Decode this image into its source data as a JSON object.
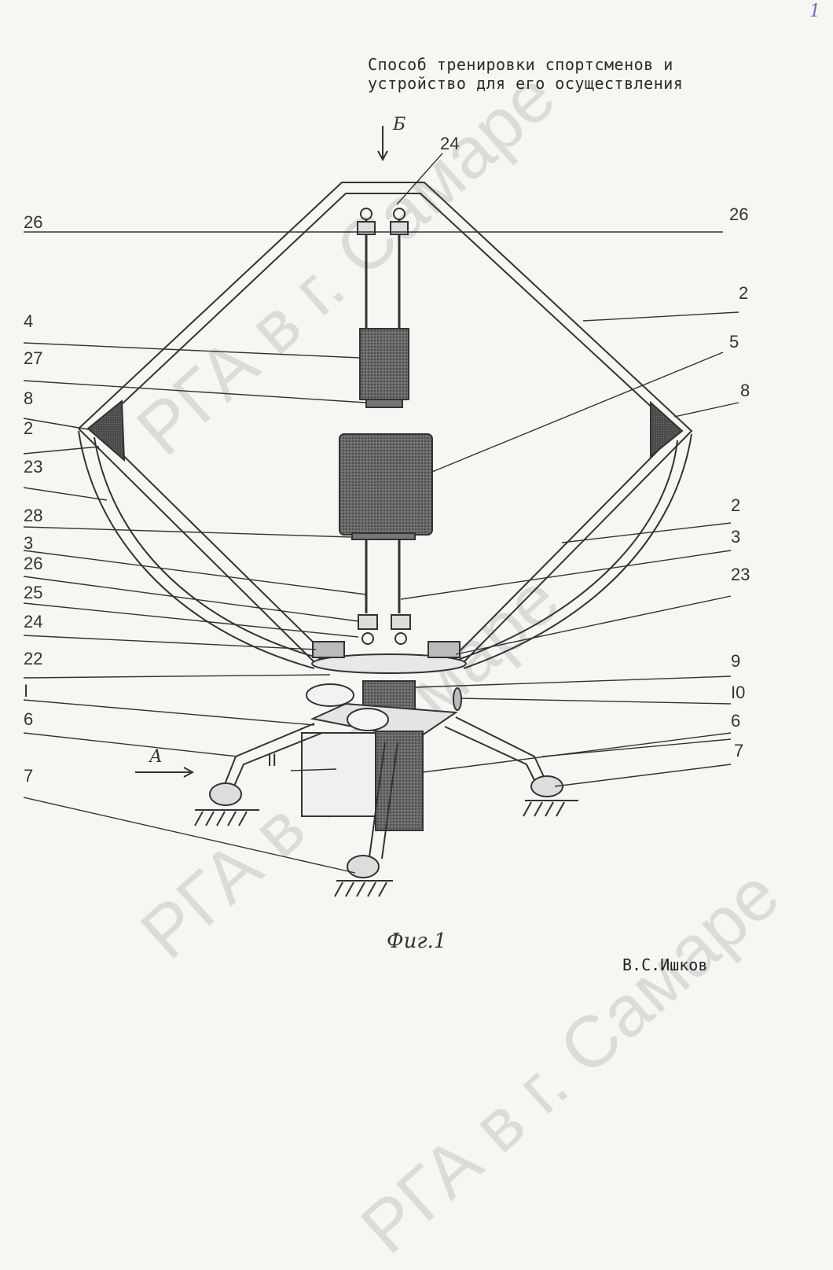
{
  "document": {
    "title_line1": "Способ тренировки спортсменов и",
    "title_line2": "устройство для его осуществления",
    "corner_mark": "1",
    "figure_caption": "Фиг.1",
    "author": "В.С.Ишков"
  },
  "view_arrows": {
    "top": "Б",
    "left": "А"
  },
  "labels_left": [
    "26",
    "4",
    "27",
    "8",
    "2",
    "23",
    "28",
    "3",
    "26",
    "25",
    "24",
    "22",
    "I",
    "6",
    "7"
  ],
  "labels_right": [
    "24",
    "26",
    "2",
    "5",
    "8",
    "2",
    "3",
    "23",
    "9",
    "I0",
    "6",
    "7"
  ],
  "labels_inside": [
    "II"
  ],
  "watermark": {
    "text_1": "РГА в г. Самаре",
    "text_2": "РГА в г. Самаре",
    "text_3": "РГА в г. Самаре"
  }
}
